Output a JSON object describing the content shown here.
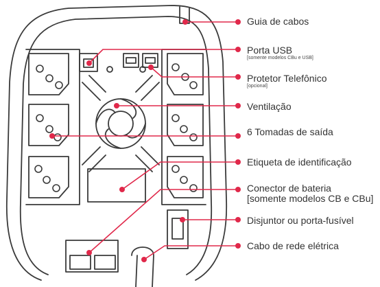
{
  "accent_color": "#e0284a",
  "outline_color": "#3a3a3a",
  "callouts": {
    "guia": {
      "label": "Guia de cabos"
    },
    "usb": {
      "label": "Porta USB",
      "note": "[somente modelos CBu e USB]"
    },
    "telefone": {
      "label": "Protetor Telefônico",
      "note": "[opcional]"
    },
    "ventilacao": {
      "label": "Ventilação"
    },
    "tomadas": {
      "label": "6 Tomadas de saída"
    },
    "etiqueta": {
      "label": "Etiqueta de identificação"
    },
    "bateria": {
      "label": "Conector de bateria",
      "label2": "[somente modelos CB e CBu]"
    },
    "disjuntor": {
      "label": "Disjuntor ou porta-fusível"
    },
    "cabo": {
      "label": "Cabo de rede elétrica"
    }
  }
}
